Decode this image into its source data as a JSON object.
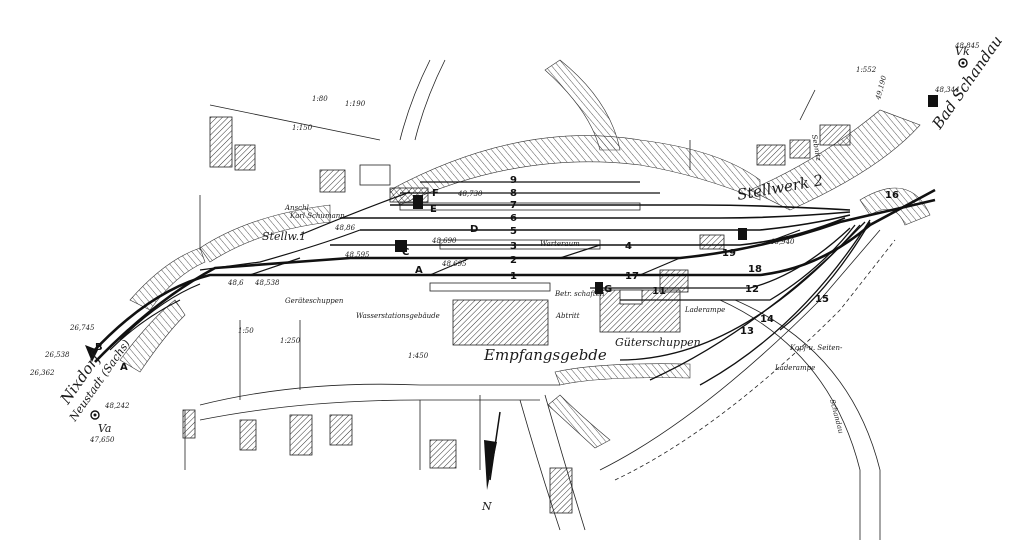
{
  "station": {
    "reception_building": "Empfangsgebde",
    "goods_shed": "Güterschuppen",
    "equipment_shed": "Geräteschuppen",
    "loading_ramp": "Laderampe",
    "loading_ramp_2": "Laderampe",
    "head_ramp": "Kopf-u. Seiten-",
    "waiting_room": "Warteraum",
    "toilet": "Abtritt",
    "operations": "Betr. schaften",
    "water_house": "Wasserstationsgebäude"
  },
  "signal_boxes": {
    "box1": "Stellw.1",
    "box2": "Stellwerk 2"
  },
  "directions": {
    "left": "Nixdorf",
    "left_2": "Neustadt (Sachs)",
    "right": "Bad Schandau",
    "north": "N"
  },
  "streets": {
    "s1": "Karl Schumann",
    "s2": "Sebnitz",
    "s3": "Schandau",
    "s4": "Anschl."
  },
  "tracks": [
    "1",
    "2",
    "3",
    "4",
    "5",
    "6",
    "7",
    "8",
    "9",
    "11",
    "12",
    "13",
    "14",
    "15",
    "16",
    "17",
    "18",
    "19"
  ],
  "signals": {
    "A": "A",
    "B": "B",
    "C": "C",
    "D": "D",
    "E": "E",
    "F": "F",
    "G": "G",
    "K": "K",
    "Va": "Va",
    "Vk": "Vk"
  },
  "km": {
    "k1": "48,845",
    "k2": "47,650",
    "k3": "48,242",
    "k4": "26,362",
    "k5": "26,538",
    "k6": "26,745",
    "k7": "48,6",
    "k8": "48,538",
    "k9": "48,595",
    "k10": "48,690",
    "k11": "48,730",
    "k12": "48,695",
    "k13": "48,86",
    "k14": "48,940",
    "k15": "48,344",
    "k16": "49,190"
  },
  "gradients": {
    "g1": "1:80",
    "g2": "1:190",
    "g3": "1:552",
    "g4": "1:150",
    "g5": "1:250",
    "g6": "1:450",
    "g7": "1:50"
  }
}
